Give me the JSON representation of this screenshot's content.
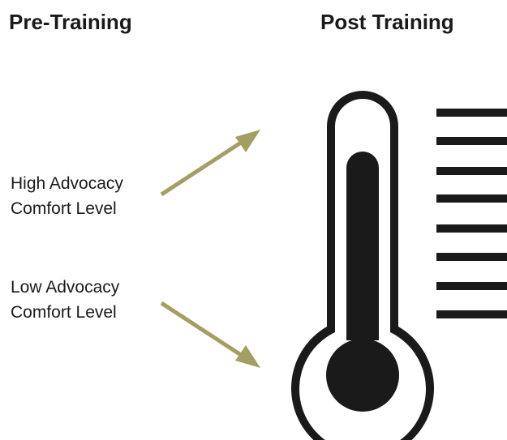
{
  "headings": {
    "pre": "Pre-Training",
    "post": "Post Training"
  },
  "labels": {
    "high": [
      "High Advocacy",
      "Comfort Level"
    ],
    "low": [
      "Low Advocacy",
      "Comfort Level"
    ]
  },
  "colors": {
    "arrow": "#a59e63",
    "ink": "#1a1a1a",
    "background": "#ffffff"
  },
  "icons": {
    "thermometer": "thermometer-icon",
    "scale": "scale-ticks"
  }
}
